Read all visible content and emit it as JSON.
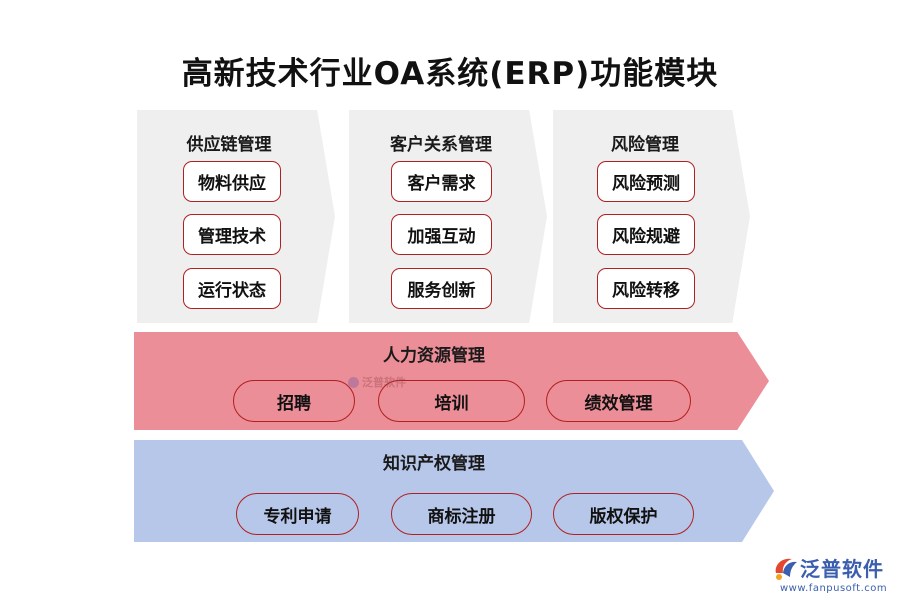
{
  "title": "高新技术行业OA系统(ERP)功能模块",
  "modules": [
    {
      "heading": "供应链管理",
      "items": [
        "物料供应",
        "管理技术",
        "运行状态"
      ]
    },
    {
      "heading": "客户关系管理",
      "items": [
        "客户需求",
        "加强互动",
        "服务创新"
      ]
    },
    {
      "heading": "风险管理",
      "items": [
        "风险预测",
        "风险规避",
        "风险转移"
      ]
    }
  ],
  "hr": {
    "heading": "人力资源管理",
    "items": [
      "招聘",
      "培训",
      "绩效管理"
    ]
  },
  "ip": {
    "heading": "知识产权管理",
    "items": [
      "专利申请",
      "商标注册",
      "版权保护"
    ]
  },
  "watermark": "泛普软件",
  "logo": {
    "name": "泛普软件",
    "url": "www.fanpusoft.com"
  },
  "colors": {
    "panel_bg": "#efefef",
    "hr_band": "#ec8e97",
    "ip_band": "#b7c7ea",
    "pill_border": "#b02020",
    "logo": "#3a5fae"
  }
}
